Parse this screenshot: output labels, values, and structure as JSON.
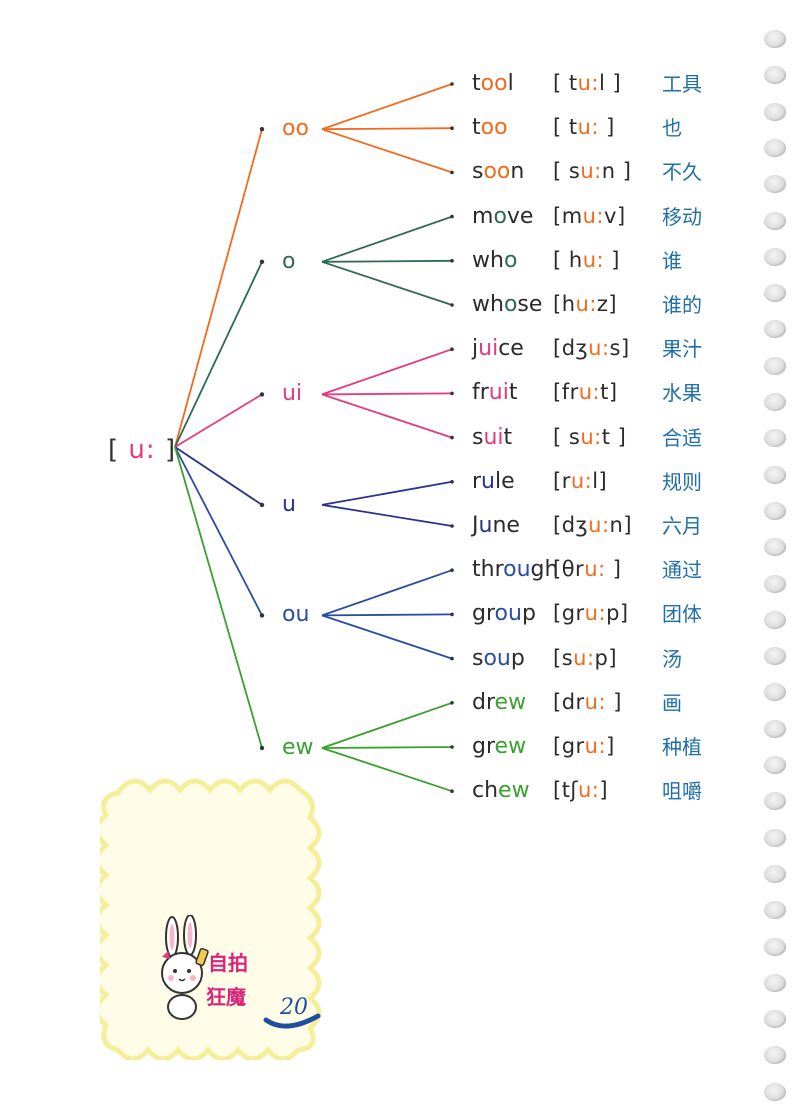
{
  "root": {
    "open": "[",
    "sound": "u:",
    "close": "]"
  },
  "colors": {
    "orange": "#f26a1b",
    "teal": "#2e6b4f",
    "pink": "#e8397f",
    "navy": "#28338a",
    "blue": "#2a4da0",
    "green": "#39a12e",
    "cn": "#1f6fa8",
    "text": "#2b2b2b"
  },
  "groups": [
    {
      "spelling": "oo",
      "color": "orange",
      "words": [
        {
          "pre": "t",
          "hl": "oo",
          "post": "l",
          "ipa_pre": "[ t",
          "ipa_hl": "u:",
          "ipa_post": "l ]",
          "cn": "工具"
        },
        {
          "pre": "t",
          "hl": "oo",
          "post": "",
          "ipa_pre": "[ t",
          "ipa_hl": "u:",
          "ipa_post": " ]",
          "cn": "也"
        },
        {
          "pre": "s",
          "hl": "oo",
          "post": "n",
          "ipa_pre": "[ s",
          "ipa_hl": "u:",
          "ipa_post": "n ]",
          "cn": "不久"
        }
      ]
    },
    {
      "spelling": "o",
      "color": "teal",
      "words": [
        {
          "pre": "m",
          "hl": "o",
          "post": "ve",
          "ipa_pre": "[m",
          "ipa_hl": "u:",
          "ipa_post": "v]",
          "cn": "移动"
        },
        {
          "pre": "wh",
          "hl": "o",
          "post": "",
          "ipa_pre": "[ h",
          "ipa_hl": "u:",
          "ipa_post": " ]",
          "cn": "谁"
        },
        {
          "pre": "wh",
          "hl": "o",
          "post": "se",
          "ipa_pre": "[h",
          "ipa_hl": "u:",
          "ipa_post": "z]",
          "cn": "谁的"
        }
      ]
    },
    {
      "spelling": "ui",
      "color": "pink",
      "words": [
        {
          "pre": "j",
          "hl": "ui",
          "post": "ce",
          "ipa_pre": "[dʒ",
          "ipa_hl": "u:",
          "ipa_post": "s]",
          "cn": "果汁"
        },
        {
          "pre": "fr",
          "hl": "ui",
          "post": "t",
          "ipa_pre": "[fr",
          "ipa_hl": "u:",
          "ipa_post": "t]",
          "cn": "水果"
        },
        {
          "pre": "s",
          "hl": "ui",
          "post": "t",
          "ipa_pre": "[ s",
          "ipa_hl": "u:",
          "ipa_post": "t ]",
          "cn": "合适"
        }
      ]
    },
    {
      "spelling": "u",
      "color": "navy",
      "words": [
        {
          "pre": "r",
          "hl": "u",
          "post": "le",
          "ipa_pre": "[r",
          "ipa_hl": "u:",
          "ipa_post": "l]",
          "cn": "规则"
        },
        {
          "pre": "J",
          "hl": "u",
          "post": "ne",
          "ipa_pre": "[dʒ",
          "ipa_hl": "u:",
          "ipa_post": "n]",
          "cn": "六月"
        }
      ]
    },
    {
      "spelling": "ou",
      "color": "blue",
      "words": [
        {
          "pre": "thr",
          "hl": "ou",
          "post": "gh",
          "ipa_pre": "[θr",
          "ipa_hl": "u:",
          "ipa_post": " ]",
          "cn": "通过"
        },
        {
          "pre": "gr",
          "hl": "ou",
          "post": "p",
          "ipa_pre": "[gr",
          "ipa_hl": "u:",
          "ipa_post": "p]",
          "cn": "团体"
        },
        {
          "pre": "s",
          "hl": "ou",
          "post": "p",
          "ipa_pre": "[s",
          "ipa_hl": "u:",
          "ipa_post": "p]",
          "cn": "汤"
        }
      ]
    },
    {
      "spelling": "ew",
      "color": "green",
      "words": [
        {
          "pre": "dr",
          "hl": "ew",
          "post": "",
          "ipa_pre": "[dr",
          "ipa_hl": "u:",
          "ipa_post": " ]",
          "cn": "画"
        },
        {
          "pre": "gr",
          "hl": "ew",
          "post": "",
          "ipa_pre": "[gr",
          "ipa_hl": "u:",
          "ipa_post": "]",
          "cn": "种植"
        },
        {
          "pre": "ch",
          "hl": "ew",
          "post": "",
          "ipa_pre": "[tʃ",
          "ipa_hl": "u:",
          "ipa_post": "]",
          "cn": "咀嚼"
        }
      ]
    }
  ],
  "logo": {
    "line1": "自拍",
    "line2": "狂魔"
  },
  "page_number": "20"
}
